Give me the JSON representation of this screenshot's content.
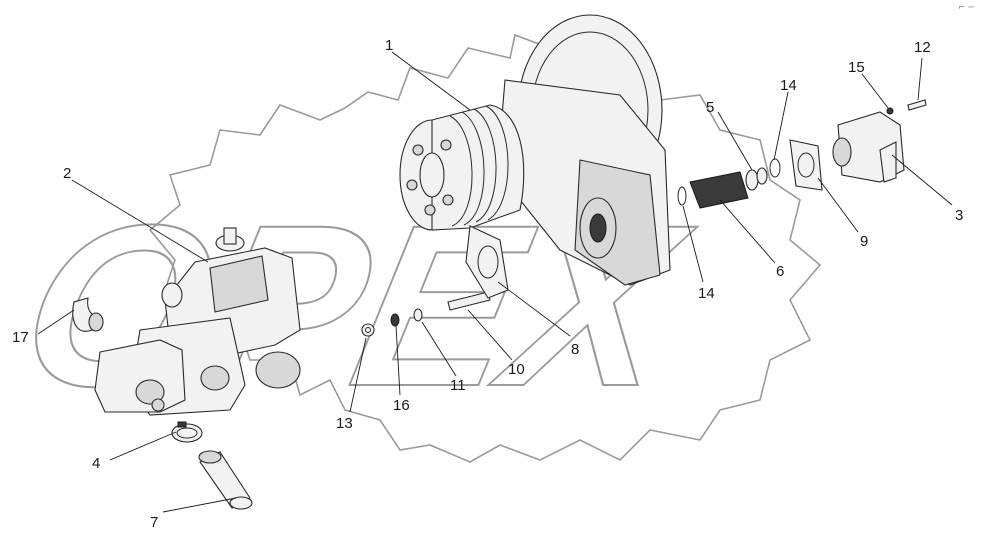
{
  "watermark": {
    "text": "OPEX",
    "color": "#9a9a9a"
  },
  "corner_glyph": "⌐ ─",
  "callouts": [
    {
      "id": "1",
      "text": "1"
    },
    {
      "id": "2",
      "text": "2"
    },
    {
      "id": "3",
      "text": "3"
    },
    {
      "id": "4",
      "text": "4"
    },
    {
      "id": "5",
      "text": "5"
    },
    {
      "id": "6",
      "text": "6"
    },
    {
      "id": "7",
      "text": "7"
    },
    {
      "id": "8",
      "text": "8"
    },
    {
      "id": "9",
      "text": "9"
    },
    {
      "id": "10",
      "text": "10"
    },
    {
      "id": "11",
      "text": "11"
    },
    {
      "id": "12",
      "text": "12"
    },
    {
      "id": "13",
      "text": "13"
    },
    {
      "id": "14a",
      "text": "14"
    },
    {
      "id": "14b",
      "text": "14"
    },
    {
      "id": "15",
      "text": "15"
    },
    {
      "id": "16",
      "text": "16"
    },
    {
      "id": "17",
      "text": "17"
    }
  ]
}
